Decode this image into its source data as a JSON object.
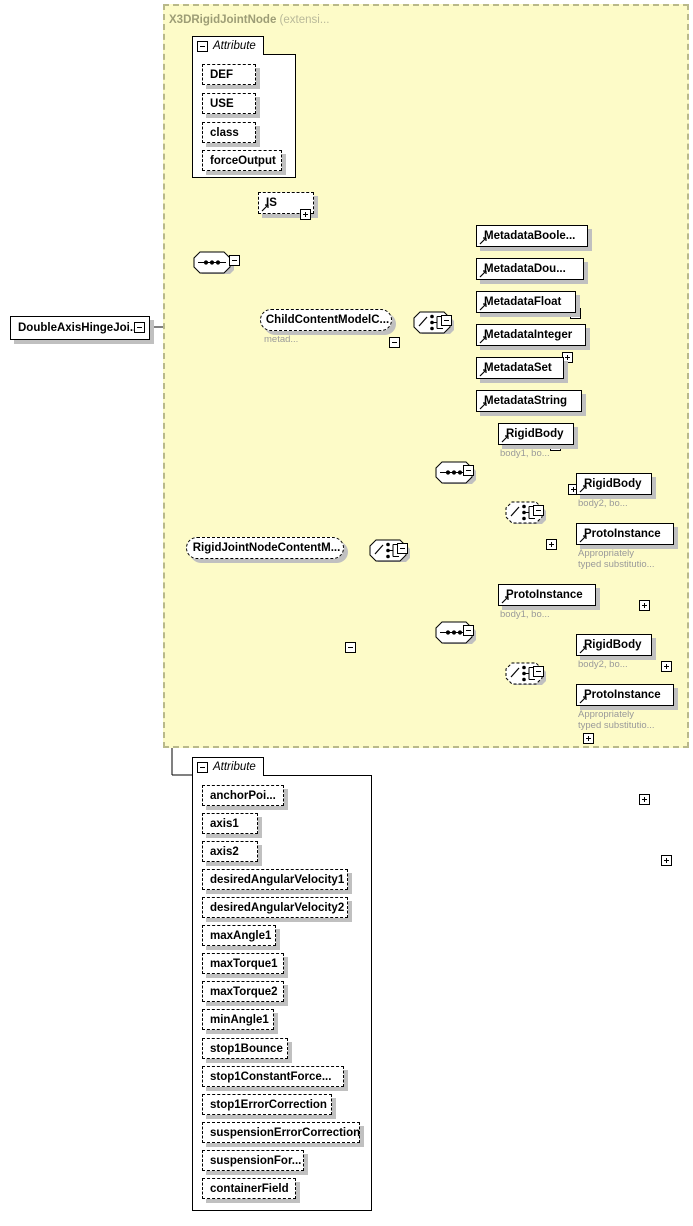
{
  "diagram": {
    "type": "xsd-schema-diagram",
    "root_element": {
      "label": "DoubleAxisHingeJoi...",
      "toggle": "minus"
    },
    "extension_container": {
      "title_bold": "X3DRigidJointNode",
      "title_light": "(extensi..."
    },
    "attribute_group_top": {
      "tab_label": "Attribute",
      "items": [
        {
          "label": "DEF"
        },
        {
          "label": "USE"
        },
        {
          "label": "class"
        },
        {
          "label": "forceOutput"
        }
      ]
    },
    "content_model": {
      "sequence_connector": "sequence-icon",
      "is_element": {
        "label": "IS",
        "expand": "plus"
      },
      "child_content_group": {
        "label": "ChildContentModelC...",
        "caption": "metad...",
        "toggle": "minus"
      },
      "metadata_choice": {
        "connector": "choice-icon",
        "toggle": "minus",
        "elements": [
          {
            "label": "MetadataBoole...",
            "expand": "plus"
          },
          {
            "label": "MetadataDou...",
            "expand": "plus"
          },
          {
            "label": "MetadataFloat",
            "expand": "plus"
          },
          {
            "label": "MetadataInteger",
            "expand": "plus"
          },
          {
            "label": "MetadataSet",
            "expand": "plus"
          },
          {
            "label": "MetadataString",
            "expand": "plus"
          }
        ]
      }
    },
    "rigid_joint_content": {
      "group_ref": {
        "label": "RigidJointNodeContentM...",
        "toggle": "minus"
      },
      "outer_choice": {
        "connector": "choice-icon",
        "toggle": "minus"
      },
      "branch_1": {
        "connector": "sequence-icon",
        "toggle": "minus",
        "first": {
          "label": "RigidBody",
          "expand": "plus",
          "caption": "body1, bo..."
        },
        "inner_choice": {
          "connector": "choice-icon",
          "toggle": "minus"
        },
        "options": [
          {
            "label": "RigidBody",
            "expand": "plus",
            "caption": "body2, bo..."
          },
          {
            "label": "ProtoInstance",
            "expand": "plus",
            "caption_line1": "Appropriately",
            "caption_line2": "typed substitutio..."
          }
        ]
      },
      "branch_2": {
        "connector": "sequence-icon",
        "toggle": "minus",
        "first": {
          "label": "ProtoInstance",
          "expand": "plus",
          "caption": "body1, bo..."
        },
        "inner_choice": {
          "connector": "choice-icon",
          "toggle": "minus"
        },
        "options": [
          {
            "label": "RigidBody",
            "expand": "plus",
            "caption": "body2, bo..."
          },
          {
            "label": "ProtoInstance",
            "expand": "plus",
            "caption_line1": "Appropriately",
            "caption_line2": "typed substitutio..."
          }
        ]
      }
    },
    "attribute_group_bottom": {
      "tab_label": "Attribute",
      "items": [
        {
          "label": "anchorPoi..."
        },
        {
          "label": "axis1"
        },
        {
          "label": "axis2"
        },
        {
          "label": "desiredAngularVelocity1"
        },
        {
          "label": "desiredAngularVelocity2"
        },
        {
          "label": "maxAngle1"
        },
        {
          "label": "maxTorque1"
        },
        {
          "label": "maxTorque2"
        },
        {
          "label": "minAngle1"
        },
        {
          "label": "stop1Bounce"
        },
        {
          "label": "stop1ConstantForce..."
        },
        {
          "label": "stop1ErrorCorrection"
        },
        {
          "label": "suspensionErrorCorrection"
        },
        {
          "label": "suspensionFor..."
        },
        {
          "label": "containerField"
        }
      ]
    },
    "colors": {
      "extension_fill": "#fdfbc8",
      "extension_border": "#b9b98a",
      "extension_title": "#9d9d76",
      "node_fill": "#ffffff",
      "node_border": "#000000",
      "shadow": "#c0c0c0",
      "caption_text": "#9a9a9a"
    }
  }
}
